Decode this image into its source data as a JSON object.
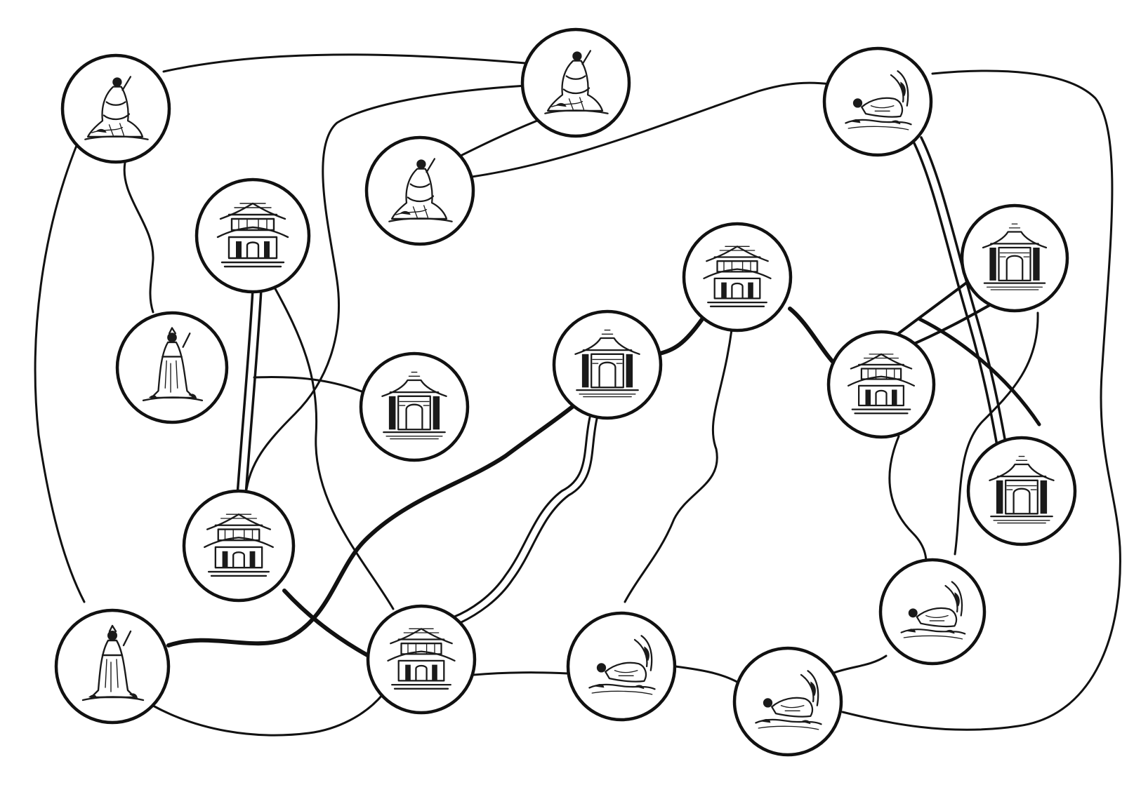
{
  "ink_color": "#111111",
  "paper_color": "#ffffff",
  "icon_types": {
    "figure": "seated-robed-figure-icon",
    "standing": "standing-robed-figure-icon",
    "temple": "pagoda-temple-icon",
    "gate": "temple-gate-icon",
    "reclining": "reclining-figure-icon"
  },
  "nodes": [
    {
      "id": "n1",
      "kind": "figure"
    },
    {
      "id": "n2",
      "kind": "figure"
    },
    {
      "id": "n3",
      "kind": "figure"
    },
    {
      "id": "n4",
      "kind": "reclining"
    },
    {
      "id": "n5",
      "kind": "temple"
    },
    {
      "id": "n6",
      "kind": "standing"
    },
    {
      "id": "n7",
      "kind": "temple"
    },
    {
      "id": "n8",
      "kind": "gate"
    },
    {
      "id": "n9",
      "kind": "gate"
    },
    {
      "id": "n10",
      "kind": "temple"
    },
    {
      "id": "n11",
      "kind": "temple"
    },
    {
      "id": "n12",
      "kind": "gate"
    },
    {
      "id": "n13",
      "kind": "gate"
    },
    {
      "id": "n14",
      "kind": "standing"
    },
    {
      "id": "n15",
      "kind": "temple"
    },
    {
      "id": "n16",
      "kind": "reclining"
    },
    {
      "id": "n17",
      "kind": "reclining"
    },
    {
      "id": "n18",
      "kind": "reclining"
    }
  ],
  "edges": [
    {
      "from": "n1",
      "to": "n2",
      "weight": "thin"
    },
    {
      "from": "n1",
      "to": "n6",
      "weight": "thin"
    },
    {
      "from": "n1",
      "to": "n14",
      "weight": "thin"
    },
    {
      "from": "n2",
      "to": "n3",
      "weight": "thin"
    },
    {
      "from": "n2",
      "to": "n7",
      "weight": "thin"
    },
    {
      "from": "n3",
      "to": "n4",
      "weight": "thin"
    },
    {
      "from": "n4",
      "to": "n12",
      "weight": "thin"
    },
    {
      "from": "n4",
      "to": "n17",
      "weight": "thin"
    },
    {
      "from": "n5",
      "to": "n7",
      "weight": "double"
    },
    {
      "from": "n5",
      "to": "n15",
      "weight": "thin"
    },
    {
      "from": "n6",
      "to": "n8",
      "weight": "thin"
    },
    {
      "from": "n7",
      "to": "n15",
      "weight": "thick"
    },
    {
      "from": "n9",
      "to": "n14",
      "weight": "thick"
    },
    {
      "from": "n9",
      "to": "n15",
      "weight": "double"
    },
    {
      "from": "n9",
      "to": "n10",
      "weight": "thick"
    },
    {
      "from": "n10",
      "to": "n16",
      "weight": "thin"
    },
    {
      "from": "n10",
      "to": "n11",
      "weight": "thick"
    },
    {
      "from": "n11",
      "to": "n12",
      "weight": "double"
    },
    {
      "from": "n11",
      "to": "n13",
      "weight": "thick"
    },
    {
      "from": "n11",
      "to": "n17",
      "weight": "thin"
    },
    {
      "from": "n4",
      "to": "n13",
      "weight": "double"
    },
    {
      "from": "n12",
      "to": "n18",
      "weight": "thin"
    },
    {
      "from": "n13",
      "to": "n17",
      "weight": "thin"
    },
    {
      "from": "n14",
      "to": "n15",
      "weight": "thin"
    },
    {
      "from": "n15",
      "to": "n16",
      "weight": "thin"
    },
    {
      "from": "n16",
      "to": "n18",
      "weight": "thin"
    },
    {
      "from": "n17",
      "to": "n18",
      "weight": "thin"
    },
    {
      "from": "n5",
      "to": "n8",
      "weight": "thin"
    }
  ]
}
